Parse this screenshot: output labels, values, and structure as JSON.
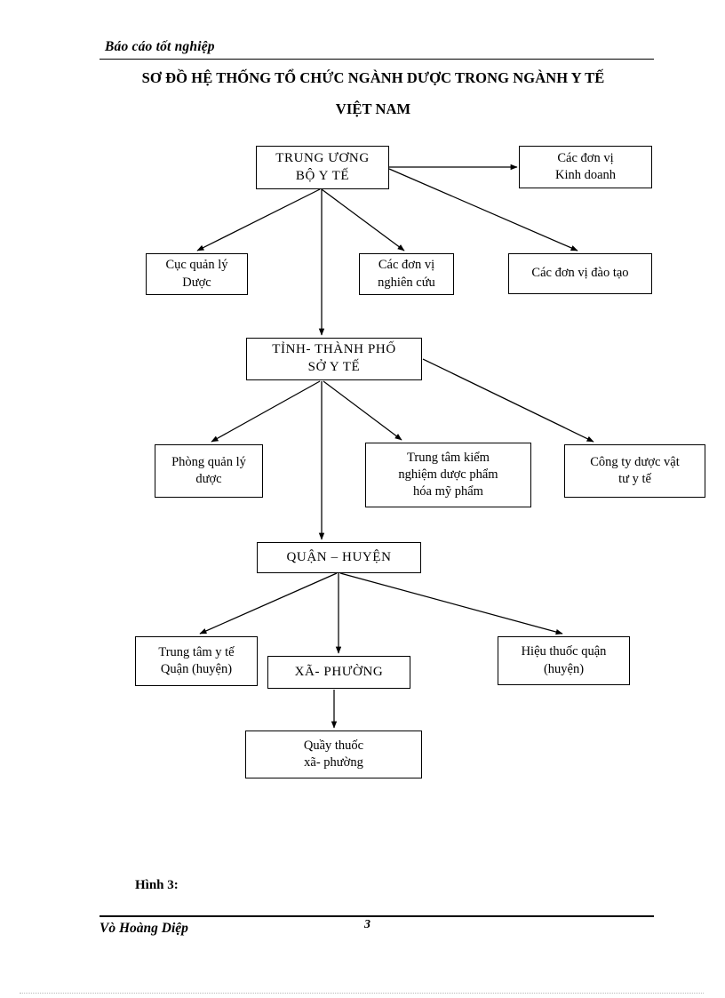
{
  "header": {
    "running_head": "Báo cáo tốt nghiệp"
  },
  "title": {
    "line1": "SƠ ĐỒ HỆ THỐNG TỔ CHỨC NGÀNH DƯỢC TRONG NGÀNH Y TẾ",
    "line2": "VIỆT NAM"
  },
  "diagram": {
    "nodes": [
      {
        "id": "trung-uong",
        "line1": "TRUNG  ƯƠNG",
        "line2": "BỘ Y TẾ"
      },
      {
        "id": "cac-don-vi-kd",
        "line1": "Các đơn vị",
        "line2": "Kinh doanh"
      },
      {
        "id": "cuc-quan-ly-duoc",
        "line1": "Cục  quản  lý",
        "line2": "Dược"
      },
      {
        "id": "don-vi-nghien-cuu",
        "line1": "Các đơn vị",
        "line2": "nghiên cứu"
      },
      {
        "id": "don-vi-dao-tao",
        "line1": "Các đơn vị đào tạo",
        "line2": ""
      },
      {
        "id": "tinh-thanh-pho",
        "line1": "TỈNH-  THÀNH  PHỐ",
        "line2": "SỞ  Y  TẾ"
      },
      {
        "id": "phong-quan-ly",
        "line1": "Phòng  quản  lý",
        "line2": "dược"
      },
      {
        "id": "trung-tam-kiem",
        "line1": "Trung  tâm  kiểm",
        "line2": "nghiệm  dược phẩm",
        "line3": "hóa mỹ phẩm"
      },
      {
        "id": "cong-ty-duoc",
        "line1": "Công ty dược vật",
        "line2": "tư y tế"
      },
      {
        "id": "quan-huyen",
        "line1": "QUẬN – HUYỆN",
        "line2": ""
      },
      {
        "id": "trung-tam-y-te",
        "line1": "Trung  tâm y tế",
        "line2": "Quận  (huyện)"
      },
      {
        "id": "xa-phuong",
        "line1": "XÃ- PHƯỜNG",
        "line2": ""
      },
      {
        "id": "hieu-thuoc-quan",
        "line1": "Hiệu thuốc quận",
        "line2": "(huyện)"
      },
      {
        "id": "quay-thuoc",
        "line1": "Quầy  thuốc",
        "line2": "xã- phường"
      }
    ]
  },
  "caption": {
    "figure_label": "Hình 3:"
  },
  "footer": {
    "author": "Vò Hoàng Diệp",
    "page_number": "3"
  },
  "colors": {
    "ink": "#000000",
    "paper": "#ffffff"
  }
}
